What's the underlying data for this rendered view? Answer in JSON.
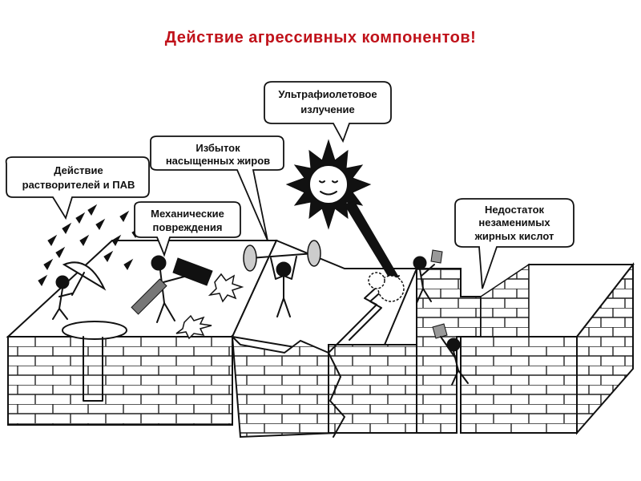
{
  "title": "Действие агрессивных компонентов!",
  "colors": {
    "title": "#c0121a",
    "ink": "#111111",
    "paper": "#ffffff"
  },
  "callouts": {
    "solvents": [
      "Действие",
      "растворителей и ПАВ"
    ],
    "mechanical": [
      "Механические",
      "повреждения"
    ],
    "saturated_fats": [
      "Избыток",
      "насыщенных жиров"
    ],
    "uv": [
      "Ультрафиолетовое",
      "излучение"
    ],
    "fatty_acids": [
      "Недостаток",
      "незаменимых",
      "жирных кислот"
    ]
  }
}
